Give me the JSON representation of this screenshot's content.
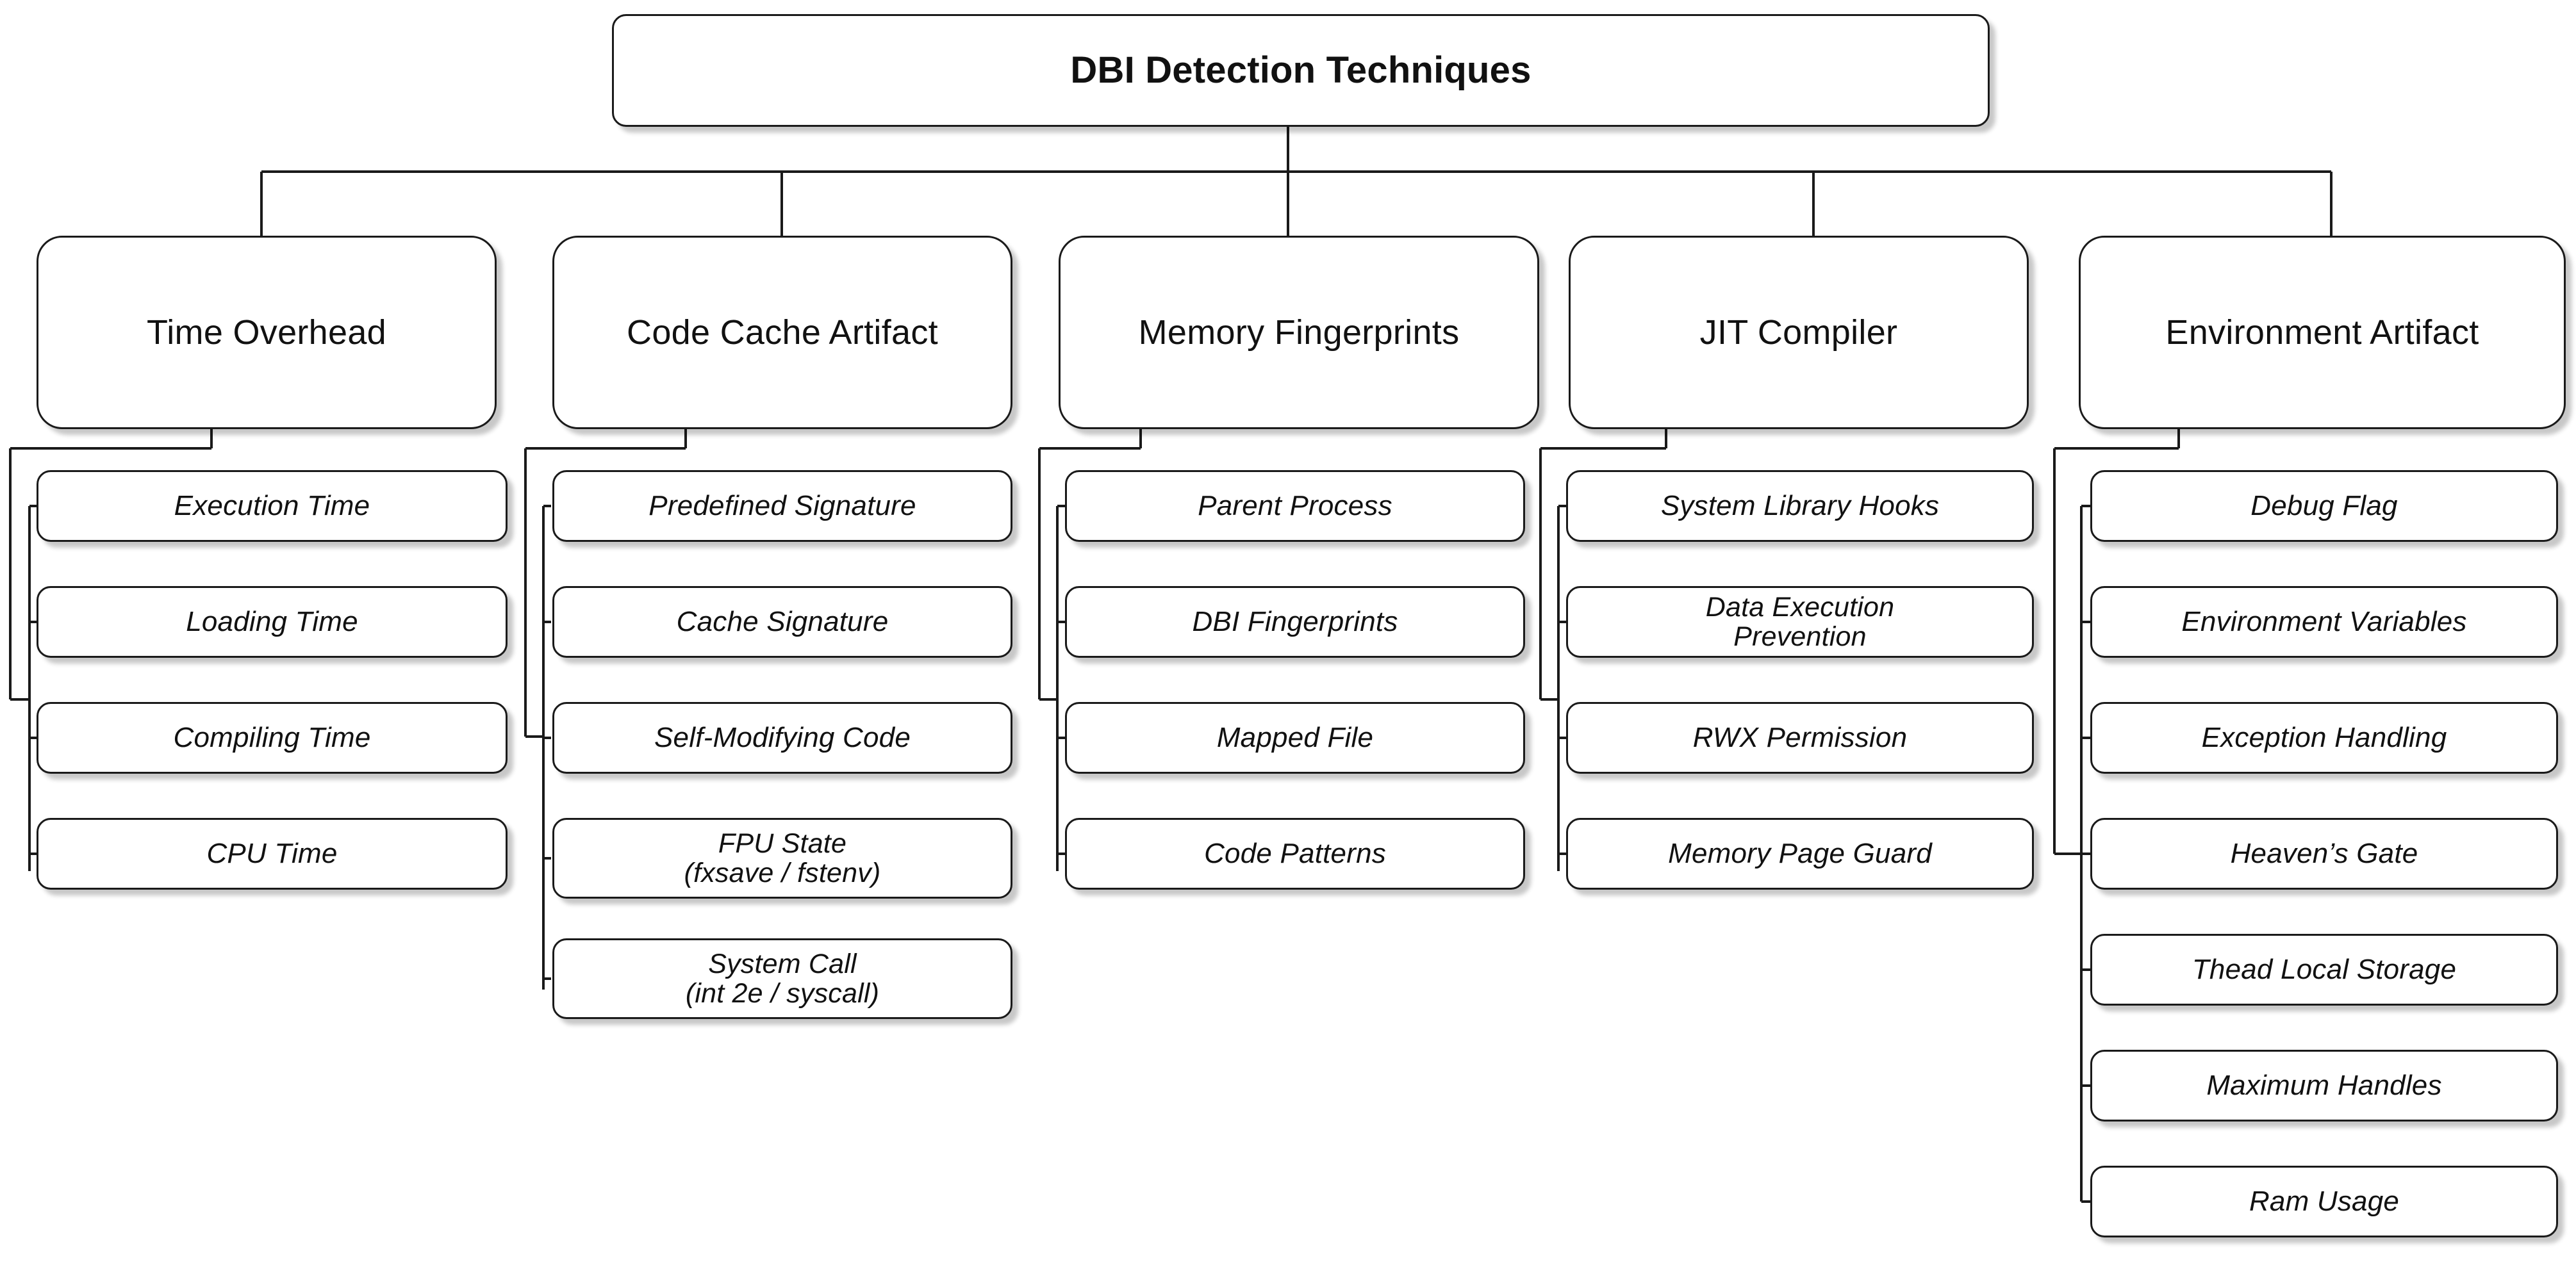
{
  "diagram": {
    "title": "DBI Detection Techniques",
    "type": "tree-hierarchy",
    "root": {
      "label": "DBI Detection Techniques"
    },
    "branches": [
      {
        "label": "Time Overhead",
        "leaves": [
          {
            "label": "Execution Time"
          },
          {
            "label": "Loading Time"
          },
          {
            "label": "Compiling Time"
          },
          {
            "label": "CPU Time"
          }
        ]
      },
      {
        "label": "Code Cache Artifact",
        "leaves": [
          {
            "label": "Predefined Signature"
          },
          {
            "label": "Cache Signature"
          },
          {
            "label": "Self-Modifying Code"
          },
          {
            "label": "FPU State",
            "line2": "(fxsave / fstenv)"
          },
          {
            "label": "System Call",
            "line2": "(int 2e / syscall)"
          }
        ]
      },
      {
        "label": "Memory Fingerprints",
        "leaves": [
          {
            "label": "Parent Process"
          },
          {
            "label": "DBI Fingerprints"
          },
          {
            "label": "Mapped File"
          },
          {
            "label": "Code Patterns"
          }
        ]
      },
      {
        "label": "JIT Compiler",
        "leaves": [
          {
            "label": "System Library Hooks"
          },
          {
            "label": "Data Execution",
            "line2": "Prevention"
          },
          {
            "label": "RWX Permission"
          },
          {
            "label": "Memory Page Guard"
          }
        ]
      },
      {
        "label": "Environment Artifact",
        "leaves": [
          {
            "label": "Debug Flag"
          },
          {
            "label": "Environment Variables"
          },
          {
            "label": "Exception Handling"
          },
          {
            "label": "Heaven’s Gate"
          },
          {
            "label": "Thead Local Storage"
          },
          {
            "label": "Maximum Handles"
          },
          {
            "label": "Ram Usage"
          }
        ]
      }
    ],
    "colors": {
      "background": "#ffffff",
      "box_fill": "#ffffff",
      "box_border": "#1a1a1a",
      "connector": "#1a1a1a",
      "text": "#111111"
    }
  }
}
